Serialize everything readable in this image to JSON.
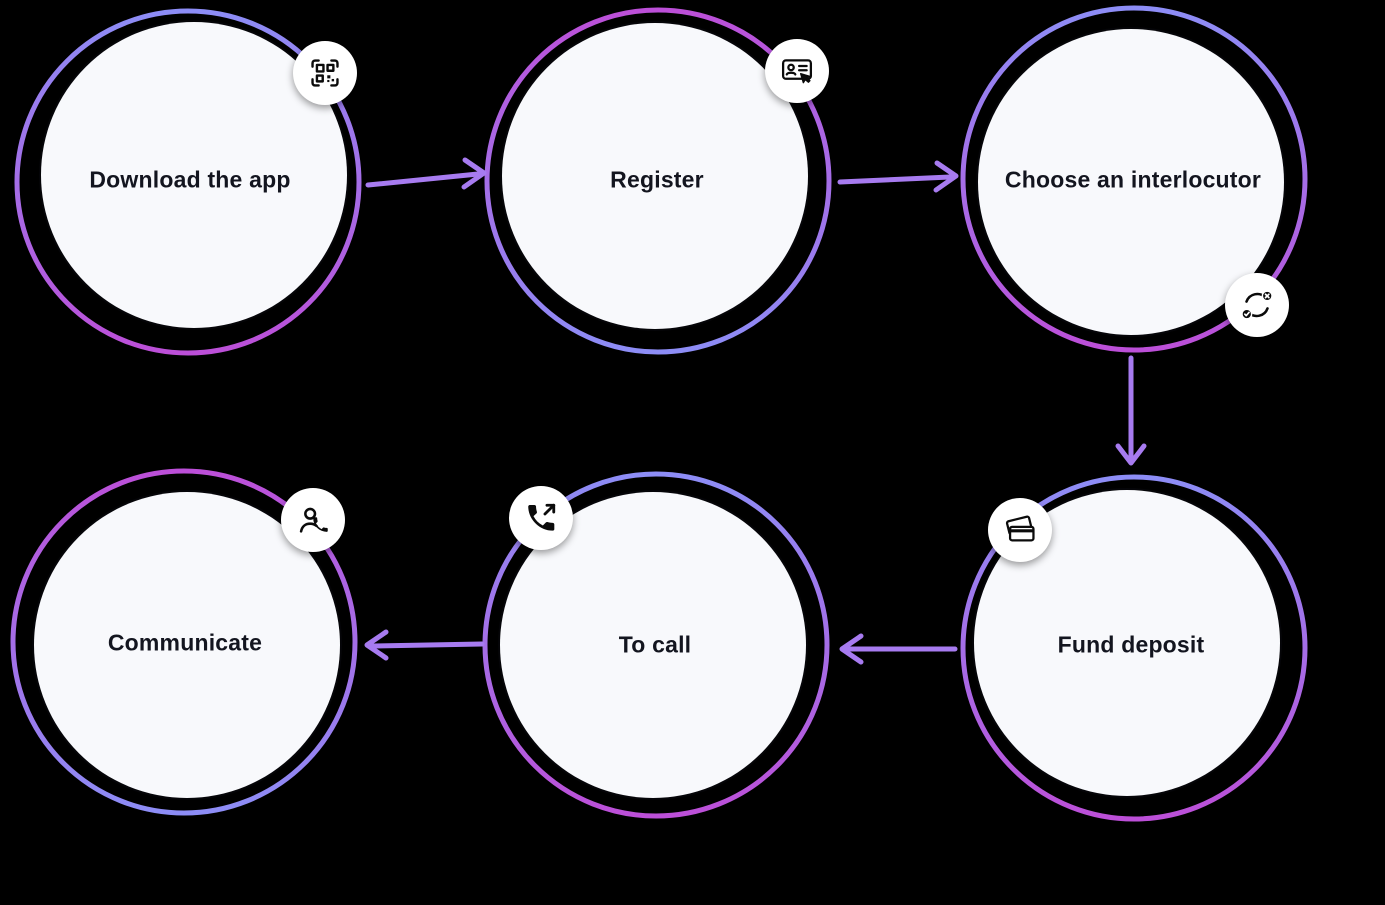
{
  "page": {
    "background": "#000000"
  },
  "flow": {
    "nodes": [
      {
        "id": "download-app",
        "label": "Download the app",
        "icon": "qr-scan-icon",
        "badge_position": "top-right"
      },
      {
        "id": "register",
        "label": "Register",
        "icon": "id-card-click-icon",
        "badge_position": "top-right"
      },
      {
        "id": "choose-interlocutor",
        "label": "Choose an interlocutor",
        "icon": "sync-status-icon",
        "badge_position": "bottom-right"
      },
      {
        "id": "fund-deposit",
        "label": "Fund deposit",
        "icon": "credit-cards-icon",
        "badge_position": "top-left"
      },
      {
        "id": "to-call",
        "label": "To call",
        "icon": "outgoing-call-icon",
        "badge_position": "top-left"
      },
      {
        "id": "communicate",
        "label": "Communicate",
        "icon": "contact-call-icon",
        "badge_position": "top-right"
      }
    ],
    "connections": [
      {
        "from": "Download the app",
        "to": "Register",
        "direction": "right"
      },
      {
        "from": "Register",
        "to": "Choose an interlocutor",
        "direction": "right"
      },
      {
        "from": "Choose an interlocutor",
        "to": "Fund deposit",
        "direction": "down"
      },
      {
        "from": "Fund deposit",
        "to": "To call",
        "direction": "left"
      },
      {
        "from": "To call",
        "to": "Communicate",
        "direction": "left"
      }
    ],
    "colors": {
      "ring_gradient_start": "#8d8df6",
      "ring_gradient_end": "#bc4fd8",
      "arrow": "#a77bf0",
      "node_fill": "#f8f9fc",
      "label_text": "#13151f",
      "badge_fill": "#ffffff",
      "icon": "#0b0b0b"
    }
  }
}
